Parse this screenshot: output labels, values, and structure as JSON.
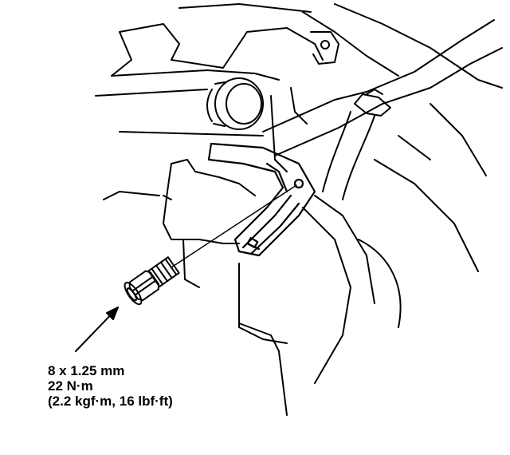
{
  "callout": {
    "bolt_size": "8 x 1.25 mm",
    "torque_nm": "22 N·m",
    "torque_alt": "(2.2 kgf·m, 16 lbf·ft)"
  },
  "colors": {
    "ink": "#000000",
    "paper": "#ffffff"
  }
}
